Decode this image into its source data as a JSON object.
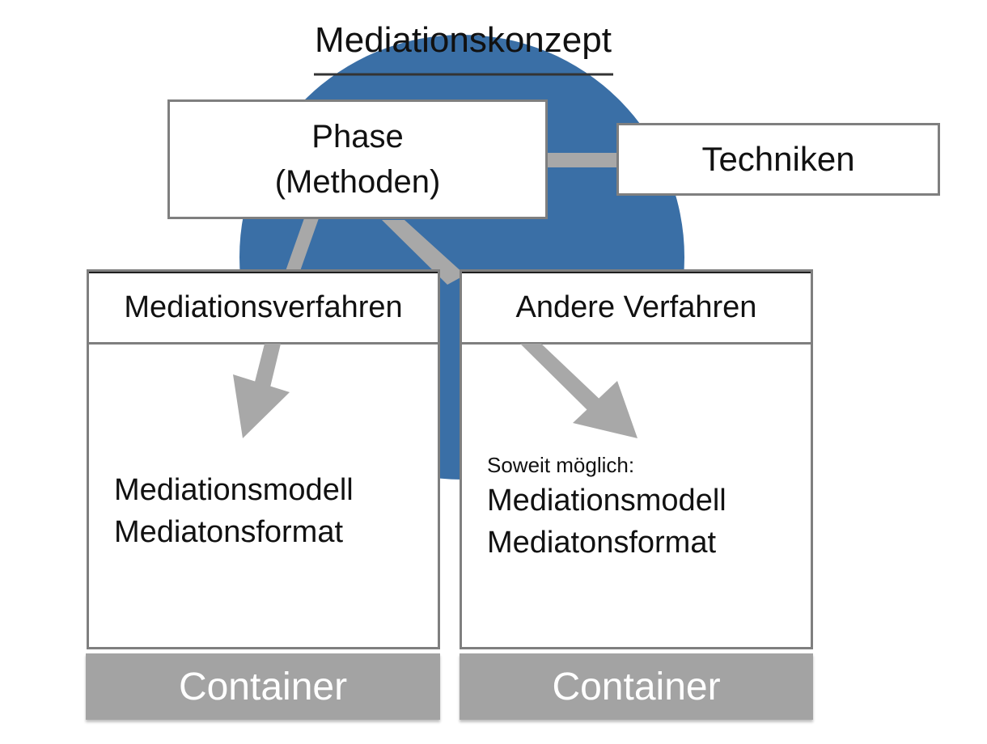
{
  "title": "Mediationskonzept",
  "phase_box": {
    "line1": "Phase",
    "line2": "(Methoden)"
  },
  "techniken_box": {
    "label": "Techniken"
  },
  "left_panel": {
    "header": "Mediationsverfahren",
    "body_lines": [
      "Mediationsmodell",
      "Mediatonsformat"
    ]
  },
  "right_panel": {
    "header": "Andere Verfahren",
    "note": "Soweit möglich:",
    "body_lines": [
      "Mediationsmodell",
      "Mediatonsformat"
    ]
  },
  "containers": {
    "left": "Container",
    "right": "Container"
  },
  "colors": {
    "circle_fill": "#3a6fa6",
    "arrow_fill": "#a8a8a8",
    "box_border": "#7f7f7f",
    "container_fill": "#a3a3a3"
  }
}
